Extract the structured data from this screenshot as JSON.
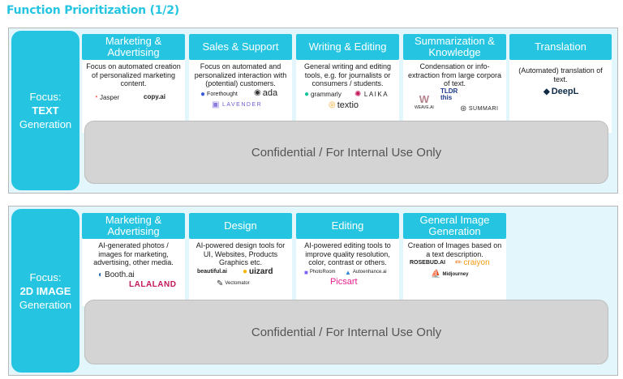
{
  "title": "Function Prioritization (1/2)",
  "overlay_text": "Confidential / For Internal Use Only",
  "colors": {
    "accent": "#25c5e2",
    "panel": "#e3f6fb",
    "overlay": "#d4d4d4"
  },
  "sections": [
    {
      "focus": {
        "line1": "Focus:",
        "line2": "TEXT",
        "line3": "Generation"
      },
      "cards": [
        {
          "title": "Marketing & Advertising",
          "desc": "Focus on automated creation of personalized marketing content.",
          "logos": [
            "Jasper",
            "copy.ai"
          ]
        },
        {
          "title": "Sales & Support",
          "desc": "Focus on automated and personalized interaction with (potential) customers.",
          "logos": [
            "Forethought",
            "ada",
            "LAVENDER"
          ]
        },
        {
          "title": "Writing & Editing",
          "desc": "General writing and editing tools, e.g. for journalists or consumers / students.",
          "logos": [
            "grammarly",
            "LAIKA",
            "textio"
          ]
        },
        {
          "title": "Summarization & Knowledge",
          "desc": "Condensation or info-extraction from large corpora of text.",
          "logos": [
            "WEAVE.AI",
            "TLDR this",
            "SUMMARI"
          ]
        },
        {
          "title": "Translation",
          "desc": "(Automated) translation of text.",
          "logos": [
            "DeepL"
          ]
        }
      ]
    },
    {
      "focus": {
        "line1": "Focus:",
        "line2": "2D IMAGE",
        "line3": "Generation"
      },
      "cards": [
        {
          "title": "Marketing & Advertising",
          "desc": "AI-generated photos / images for marketing, advertising, other media.",
          "logos": [
            "Booth.ai",
            "LALALAND"
          ]
        },
        {
          "title": "Design",
          "desc": "AI-powered design tools for UI, Websites, Products Graphics etc.",
          "logos": [
            "beautiful.ai",
            "uizard",
            "Vectomator"
          ]
        },
        {
          "title": "Editing",
          "desc": "AI-powered editing tools to improve quality resolution, color, contrast or others.",
          "logos": [
            "PhotoRoom",
            "Autoenhance.ai",
            "Picsart"
          ]
        },
        {
          "title": "General Image Generation",
          "desc": "Creation of Images based on a text description.",
          "logos": [
            "ROSEBUD.AI",
            "craiyon",
            "Midjourney"
          ]
        }
      ]
    }
  ]
}
